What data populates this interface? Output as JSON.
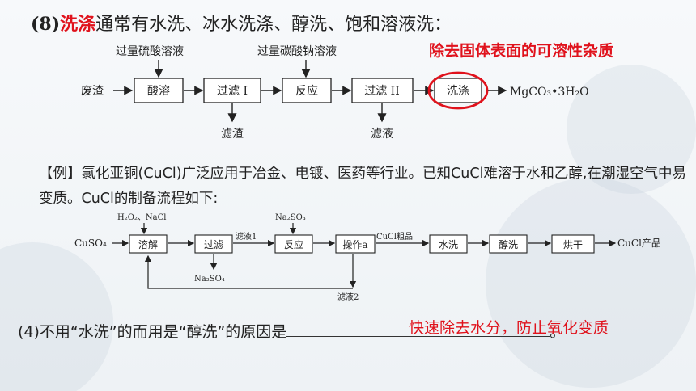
{
  "heading": {
    "number": "(8)",
    "keyword": "洗涤",
    "rest": "通常有水洗、冰水洗涤、醇洗、饱和溶液洗："
  },
  "callout": "除去固体表面的可溶性杂质",
  "flow1": {
    "start": "废渣",
    "reagent1": "过量硫酸溶液",
    "reagent2": "过量碳酸钠溶液",
    "step1": "酸溶",
    "step2": "过滤 I",
    "step3": "反应",
    "step4": "过滤 II",
    "step5": "洗涤",
    "product": "MgCO₃•3H₂O",
    "out1": "滤渣",
    "out2": "滤液"
  },
  "example": {
    "text": "【例】氯化亚铜(CuCl)广泛应用于冶金、电镀、医药等行业。已知CuCl难溶于水和乙醇,在潮湿空气中易变质。CuCl的制备流程如下:"
  },
  "flow2": {
    "start": "CuSO₄",
    "reagent1": "H₂O₂、NaCl",
    "reagent2": "Na₂SO₃",
    "step1": "溶解",
    "step2": "过滤",
    "label_filtrate1": "滤液1",
    "step3": "反应",
    "step4": "操作a",
    "label_crude": "CuCl粗品",
    "step5": "水洗",
    "step6": "醇洗",
    "step7": "烘干",
    "product": "CuCl产品",
    "out1": "Na₂SO₄",
    "out2": "滤液2"
  },
  "question": {
    "prefix": "(4)不用“水洗”的而用是“醇洗”的原因是",
    "suffix": "。",
    "answer": "快速除去水分，防止氧化变质"
  }
}
